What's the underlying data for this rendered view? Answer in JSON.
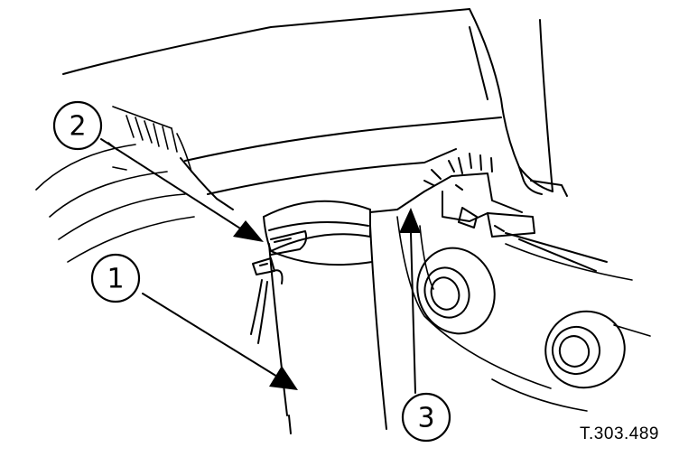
{
  "figure": {
    "reference_code": "T.303.489",
    "callouts": [
      {
        "id": "callout-1",
        "label": "1"
      },
      {
        "id": "callout-2",
        "label": "2"
      },
      {
        "id": "callout-3",
        "label": "3"
      }
    ]
  }
}
